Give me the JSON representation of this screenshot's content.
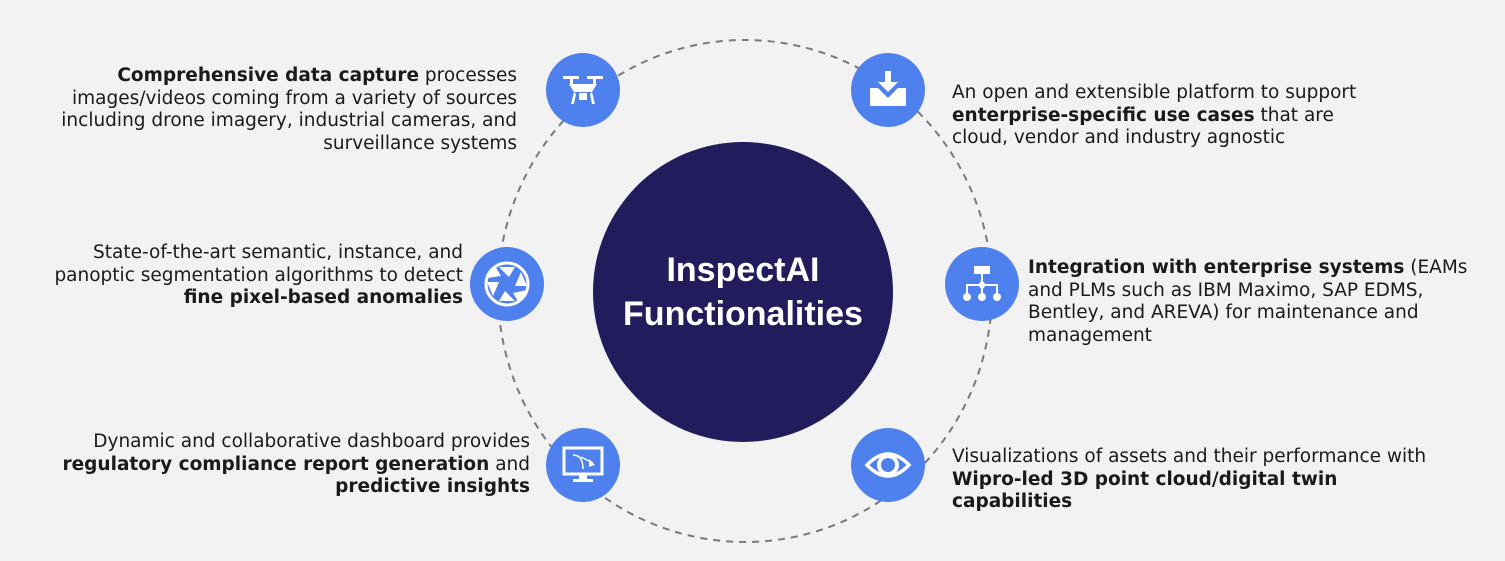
{
  "center": {
    "line1": "InspectAI",
    "line2": "Functionalities"
  },
  "colors": {
    "center": "#221c5c",
    "icon": "#4e80ee",
    "background": "#f2f2f2"
  },
  "items": [
    {
      "icon": "drone-icon",
      "bold": "Comprehensive data capture",
      "text": " processes images/videos coming from a variety of sources including drone imagery, industrial cameras, and surveillance systems"
    },
    {
      "icon": "aperture-icon",
      "text": "State-of-the-art semantic, instance, and panoptic segmentation algorithms to detect ",
      "bold": "fine pixel-based anomalies"
    },
    {
      "icon": "monitor-chart-icon",
      "text": "Dynamic and collaborative dashboard provides ",
      "bold": "regulatory compliance report generation",
      "text2": " and ",
      "bold2": "predictive insights"
    },
    {
      "icon": "download-tray-icon",
      "text": "An open and extensible platform to support ",
      "bold": "enterprise-specific use cases",
      "text2": " that are cloud, vendor and industry agnostic"
    },
    {
      "icon": "hierarchy-icon",
      "bold": "Integration with enterprise systems",
      "text": " (EAMs and PLMs such as IBM Maximo, SAP EDMS, Bentley, and AREVA) for maintenance and management"
    },
    {
      "icon": "eye-icon",
      "text": "Visualizations of assets and their performance with ",
      "bold": "Wipro-led 3D point cloud/digital twin capabilities"
    }
  ]
}
